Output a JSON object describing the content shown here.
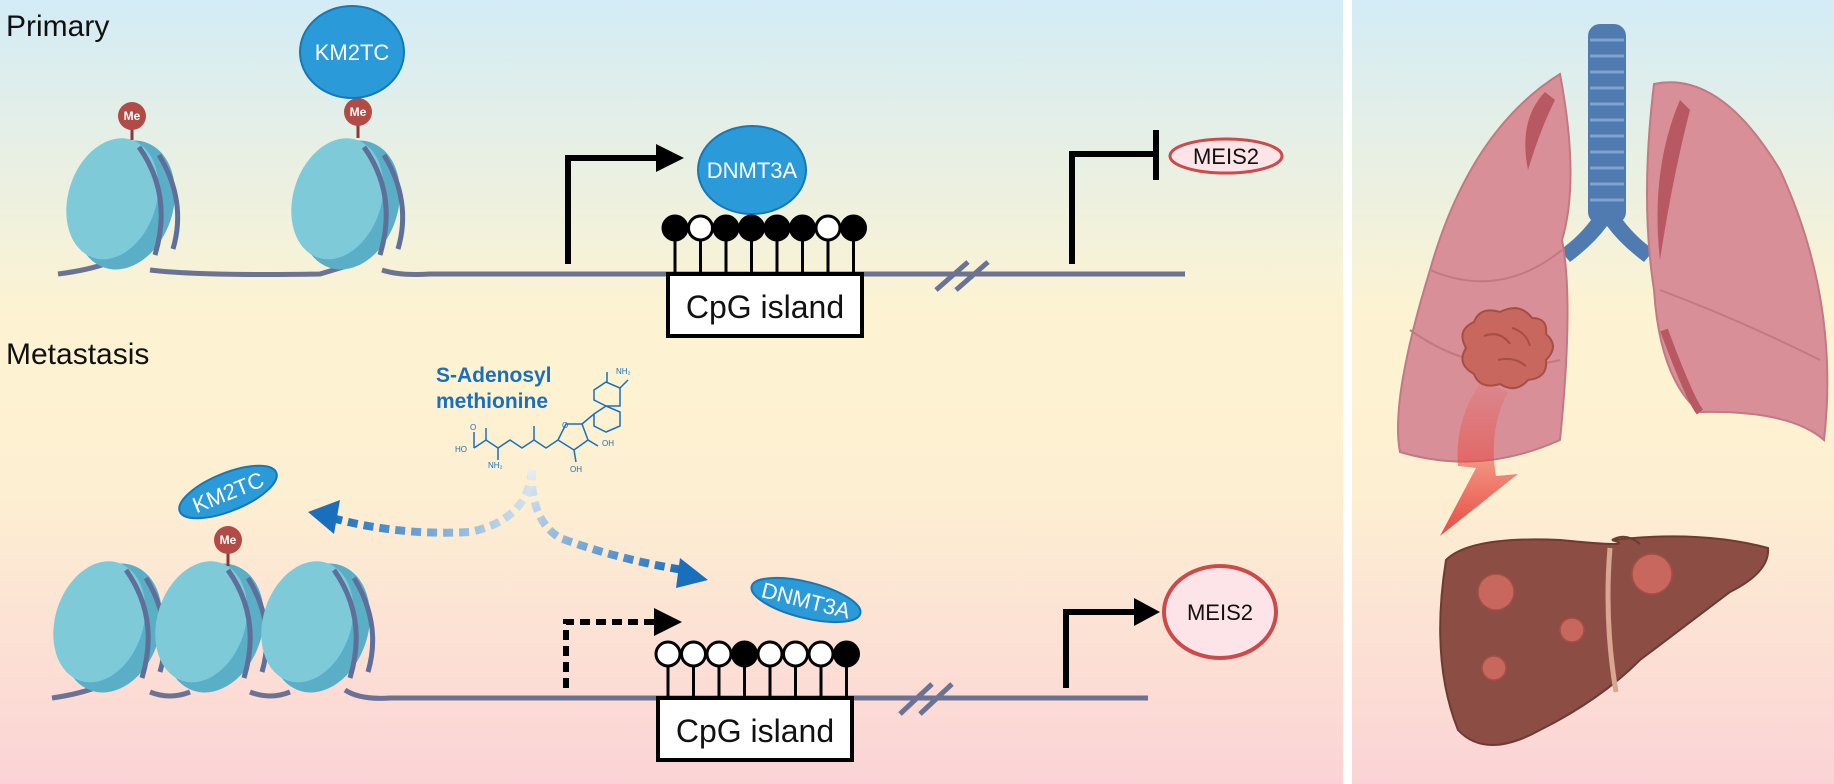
{
  "panel_labels": {
    "primary": "Primary",
    "metastasis": "Metastasis"
  },
  "proteins": {
    "km2tc": "KM2TC",
    "dnmt3a": "DNMT3A",
    "meis2": "MEIS2"
  },
  "mark": "Me",
  "cpg_label": "CpG island",
  "sam": {
    "line1": "S-Adenosyl",
    "line2": "methionine"
  },
  "chem_labels": {
    "nh2": "NH₂",
    "ho": "HO",
    "o": "O",
    "oh": "OH"
  },
  "methylation": {
    "primary": [
      true,
      false,
      true,
      true,
      true,
      true,
      false,
      true
    ],
    "metastasis": [
      false,
      false,
      false,
      true,
      false,
      false,
      false,
      true
    ]
  },
  "colors": {
    "nucleosome": "#78c4d4",
    "dna": "#6b7394",
    "protein_blue": "#2a9ad8",
    "methyl_mark": "#b24b45",
    "meis2_border": "#cc4a4a",
    "meis2_fill": "#fce4e8",
    "lung": "#d98f97",
    "trachea": "#4f7bb0",
    "liver": "#8c4e44",
    "tumor": "#c8675d",
    "arrow_red": "#e84c43",
    "sam_blue": "#1a6fbd"
  },
  "icons": [
    "nucleosome-icon",
    "lungs-icon",
    "liver-icon",
    "tumor-icon",
    "sam-molecule-icon"
  ]
}
